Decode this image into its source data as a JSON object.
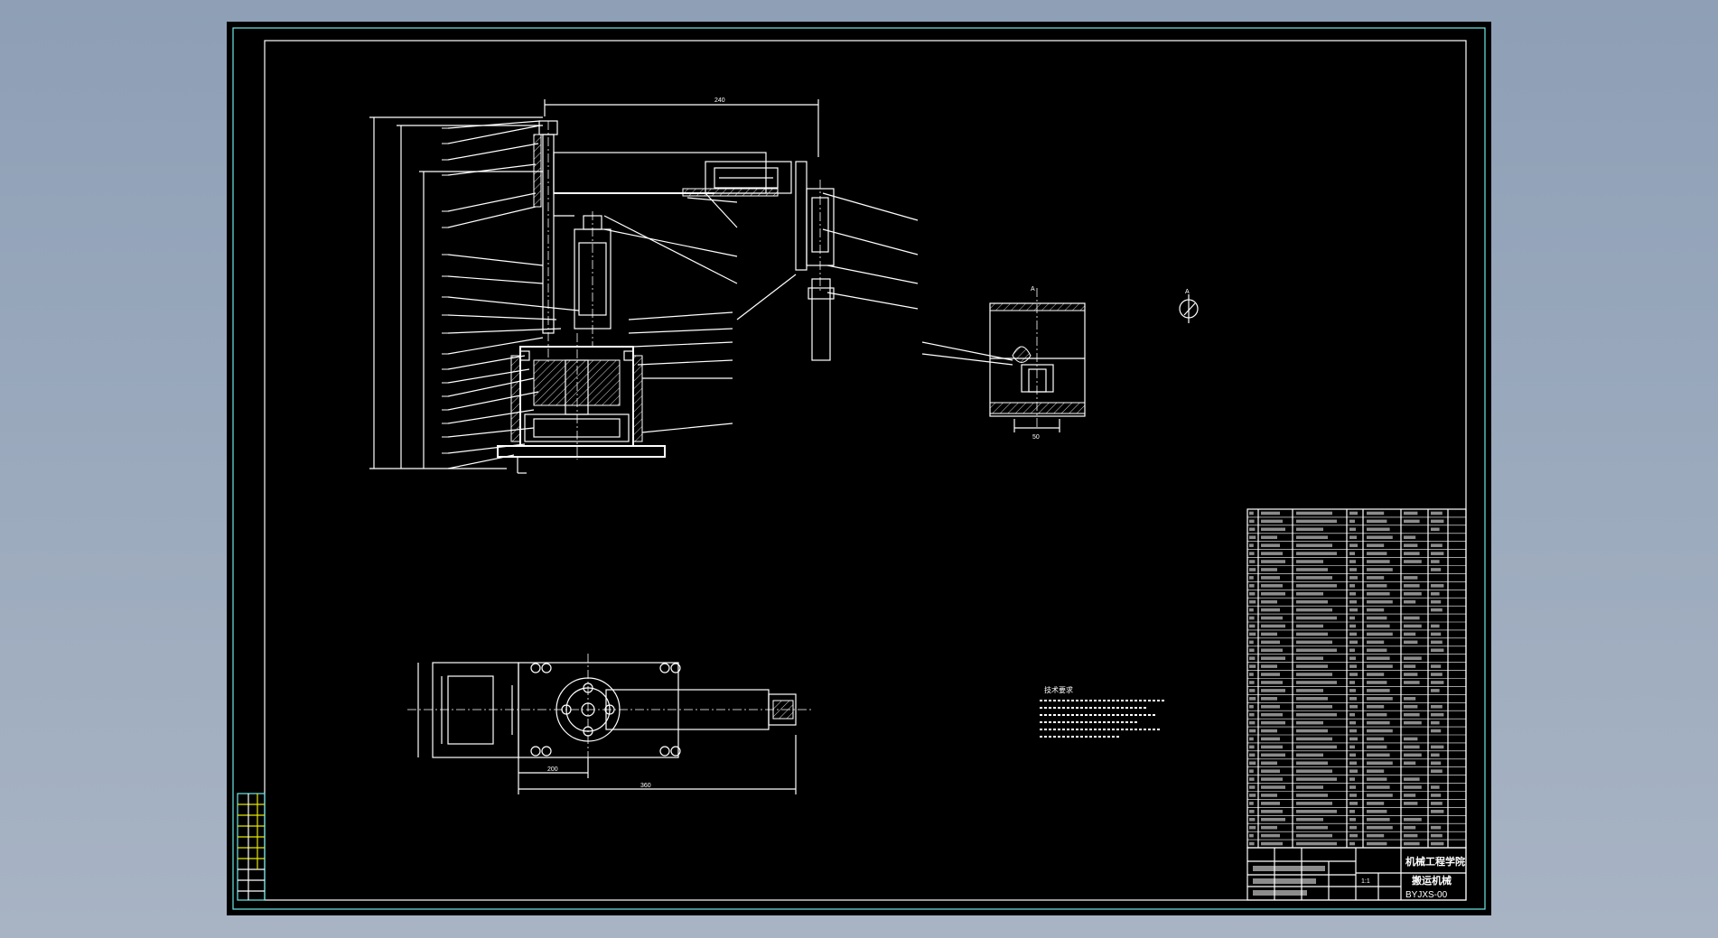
{
  "drawing": {
    "title_block": {
      "school": "机械工程学院",
      "drawing_name": "搬运机械",
      "drawing_number": "BYJXS-00",
      "scale": "1:1"
    },
    "technical_requirements": {
      "heading": "技术要求"
    },
    "dimensions": {
      "top_width": "240",
      "plan_length": "360",
      "plan_base": "200",
      "section_width": "50"
    },
    "symbols": {
      "section_marker": "A",
      "view_marker": "A"
    },
    "colors": {
      "background": "#000000",
      "lines": "#ffffff",
      "frame": "#6fe8e8",
      "side_panel": "#e8e800"
    }
  }
}
